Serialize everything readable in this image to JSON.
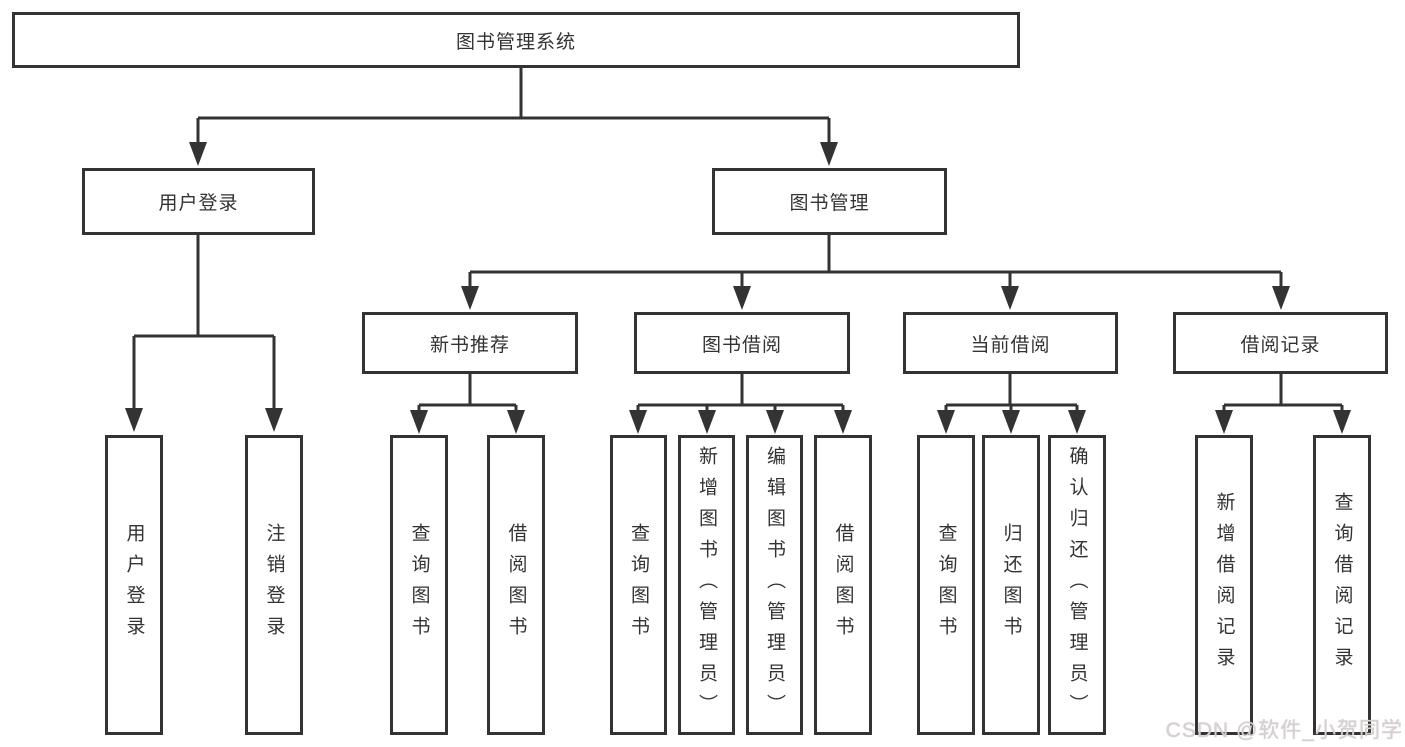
{
  "diagram": {
    "root": {
      "label": "图书管理系统"
    },
    "level2": [
      {
        "label": "用户登录"
      },
      {
        "label": "图书管理"
      }
    ],
    "level3": [
      {
        "label": "新书推荐"
      },
      {
        "label": "图书借阅"
      },
      {
        "label": "当前借阅"
      },
      {
        "label": "借阅记录"
      }
    ],
    "leaves": {
      "user_login": [
        {
          "label": "用户登录"
        },
        {
          "label": "注销登录"
        }
      ],
      "new_book": [
        {
          "label": "查询图书"
        },
        {
          "label": "借阅图书"
        }
      ],
      "book_borrow": [
        {
          "label": "查询图书"
        },
        {
          "label": "新增图书（管理员）"
        },
        {
          "label": "编辑图书（管理员）"
        },
        {
          "label": "借阅图书"
        }
      ],
      "current_borrow": [
        {
          "label": "查询图书"
        },
        {
          "label": "归还图书"
        },
        {
          "label": "确认归还（管理员）"
        }
      ],
      "borrow_record": [
        {
          "label": "新增借阅记录"
        },
        {
          "label": "查询借阅记录"
        }
      ]
    },
    "line_color": "#333333"
  },
  "watermark": {
    "text": "CSDN @软件_小贺同学",
    "color": "#d6d0d0"
  }
}
